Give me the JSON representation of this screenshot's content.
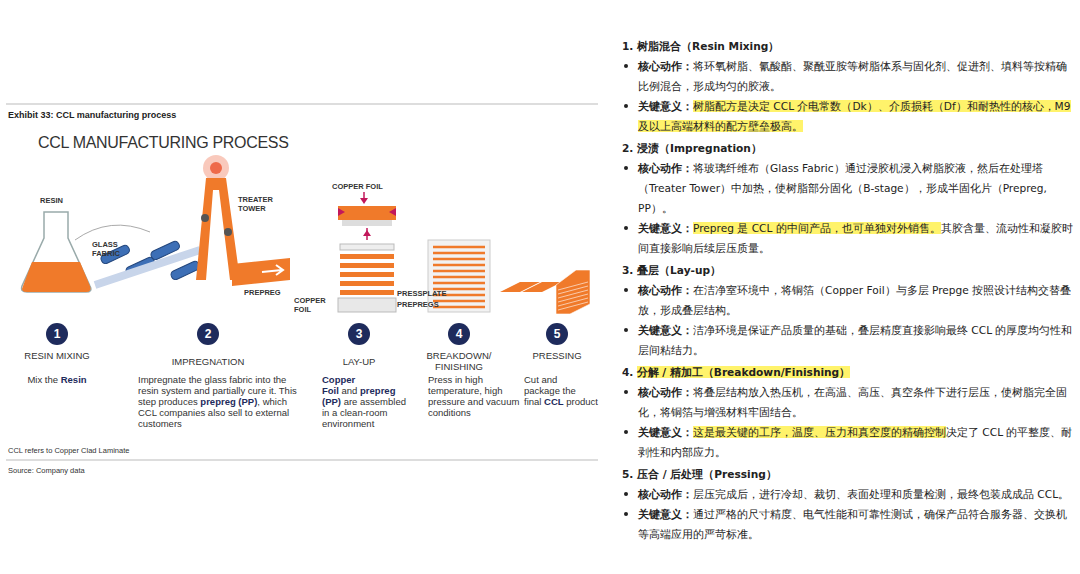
{
  "diagram": {
    "title": "Exhibit 33: CCL manufacturing process",
    "nodes": [
      {
        "text": [
          "1"
        ]
      },
      {
        "text": [
          "2"
        ]
      },
      {
        "text": [
          "3"
        ]
      },
      {
        "text": [
          "4"
        ]
      },
      {
        "text": [
          "5"
        ]
      }
    ],
    "labels": [
      "CCL MANUFACTURING PROCESS",
      "RESIN",
      "GLASS FABRIC",
      "TREATER TOWER",
      "PREPREG",
      "COPPER FOIL",
      "COPPER FOIL",
      "PRESSPLATE",
      "PREPREGS",
      "RESIN MIXING",
      "Mix the",
      "Resin",
      "IMPREGNATION",
      "Impregnate the glass fabric into the resin system and partially cure it. This step produces",
      "prepreg (PP)",
      ", which CCL companies also sell to external customers",
      "LAY-UP",
      "Copper Foil",
      "and",
      "prepreg (PP)",
      "are assembled in a clean-room environment",
      "BREAKDOWN/ FINISHING",
      "Press in high temperature, high pressure and vacuum conditions",
      "PRESSING",
      "Cut and package the final",
      "CCL",
      "product",
      "CCL refers to Copper Clad Laminate",
      "Source: Company data",
      "1. 树脂混合（Resin Mixing）",
      "核心动作：",
      "将环氧树脂、氰酸酯、聚酰亚胺等树脂体系与固化剂、促进剂、填料等按精确比例混合，形成均匀的胶液。",
      "关键意义：",
      "树脂配方是决定 CCL 介电常数（Dk）、介质损耗（Df）和耐热性的核心，M9 及以上高端材料的配方壁垒极高。",
      "2. 浸渍（Impregnation）",
      "核心动作：",
      "将玻璃纤维布（Glass Fabric）通过浸胶机浸入树脂胶液，然后在处理塔（Treater Tower）中加热，使树脂部分固化（B-stage），形成半固化片（Prepreg, PP）。",
      "关键意义：",
      "Prepreg 是 CCL 的中间产品，也可单独对外销售。",
      "其胶含量、流动性和凝胶时间直接影响后续层压质量。",
      "3. 叠层（Lay-up）",
      "核心动作：",
      "在洁净室环境中，将铜箔（Copper Foil）与多层 Prepge 按照设计结构交替叠放，形成叠层结构。",
      "关键意义：",
      "洁净环境是保证产品质量的基础，叠层精度直接影响最终 CCL 的厚度均匀性和层间粘结力。",
      "4.",
      "分解 / 精加工（Breakdown/Finishing）",
      "核心动作：",
      "将叠层结构放入热压机，在高温、高压、真空条件下进行层压，使树脂完全固化，将铜箔与增强材料牢固结合。",
      "关键意义：",
      "这是最关键的工序，温度、压力和真空度的精确控制",
      "决定了 CCL 的平整度、耐剥性和内部应力。",
      "5. 压合 / 后处理（Pressing）",
      "核心动作：",
      "层压完成后，进行冷却、裁切、表面处理和质量检测，最终包装成成品 CCL。",
      "关键意义：",
      "通过严格的尺寸精度、电气性能和可靠性测试，确保产品符合服务器、交换机等高端应用的严苛标准。"
    ]
  }
}
